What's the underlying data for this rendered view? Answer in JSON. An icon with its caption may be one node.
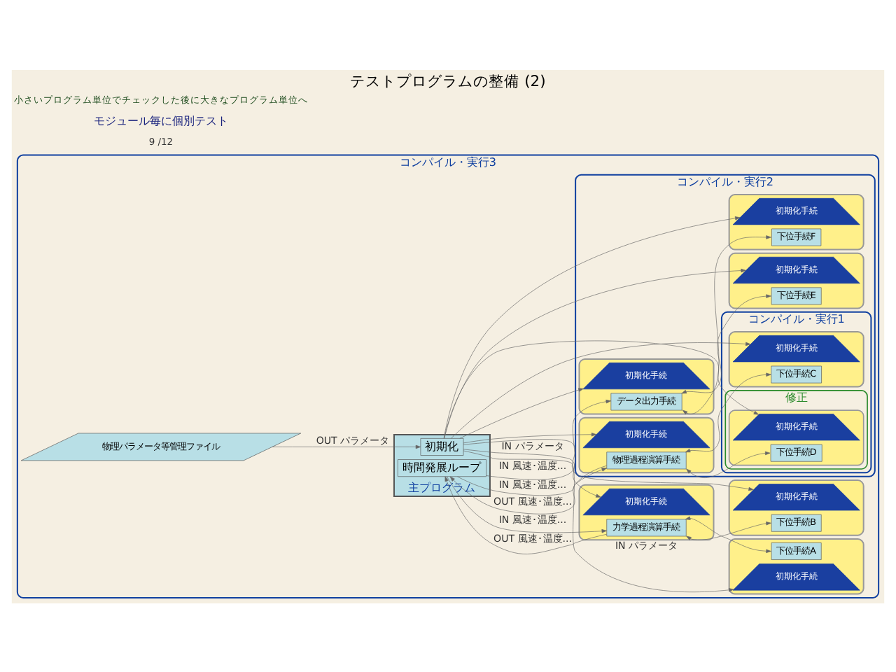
{
  "diagram": {
    "title": "テストプログラムの整備 (2)",
    "nodes": [
      {
        "text": [
          "コンパイル・実行3"
        ]
      },
      {
        "text": [
          "主プログラム"
        ],
        "in": 0
      },
      {
        "text": [
          "初期化"
        ],
        "in": 1
      },
      {
        "text": [
          "時間発展ループ"
        ],
        "in": 1
      },
      {
        "text": [
          "物理パラメータ等管理ファイル"
        ],
        "in": 0
      },
      {
        "text": [],
        "shape": "box",
        "in": 0
      },
      {
        "text": [
          "初期化手続"
        ],
        "in": 5
      },
      {
        "text": [
          "力学過程演算手続"
        ],
        "in": 5
      },
      {
        "text": [
          "コンパイル・実行2"
        ],
        "in": 0
      },
      {
        "text": [],
        "shape": "box",
        "in": 8
      },
      {
        "text": [
          "初期化手続"
        ],
        "in": 9
      },
      {
        "text": [
          "物理過程演算手続"
        ],
        "in": 9
      },
      {
        "text": [],
        "shape": "box",
        "in": 8
      },
      {
        "text": [
          "初期化手続"
        ],
        "in": 12
      },
      {
        "text": [
          "データ出力手続"
        ],
        "in": 12
      },
      {
        "text": [],
        "shape": "box",
        "in": 0
      },
      {
        "text": [
          "初期化手続"
        ],
        "in": 15
      },
      {
        "text": [
          "下位手続A"
        ],
        "in": 15
      },
      {
        "text": [],
        "shape": "box",
        "in": 0
      },
      {
        "text": [
          "初期化手続"
        ],
        "in": 18
      },
      {
        "text": [
          "下位手続B"
        ],
        "in": 18
      },
      {
        "text": [
          "コンパイル・実行1"
        ],
        "in": 8
      },
      {
        "text": [],
        "shape": "box",
        "in": 21
      },
      {
        "text": [
          "初期化手続"
        ],
        "in": 22
      },
      {
        "text": [
          "下位手続C"
        ],
        "in": 22
      },
      {
        "text": [
          "修正"
        ],
        "in": 21
      },
      {
        "text": [],
        "shape": "box",
        "in": 25
      },
      {
        "text": [
          "初期化手続"
        ],
        "in": 26
      },
      {
        "text": [
          "下位手続D"
        ],
        "in": 26
      },
      {
        "text": [],
        "shape": "box",
        "in": 8
      },
      {
        "text": [
          "初期化手続"
        ],
        "in": 29
      },
      {
        "text": [
          "下位手続E"
        ],
        "in": 29
      },
      {
        "text": [],
        "shape": "box",
        "in": 8
      },
      {
        "text": [
          "初期化手続"
        ],
        "in": 32
      },
      {
        "text": [
          "下位手続F"
        ],
        "in": 32
      }
    ],
    "edges": [
      {
        "from": 4,
        "to": 2,
        "arrow": "to",
        "label": "OUT パラメータ"
      },
      {
        "from": 2,
        "to": 6,
        "arrow": "to",
        "label": "IN パラメータ"
      },
      {
        "from": 2,
        "to": 16,
        "arrow": "to",
        "label": "IN パラメータ"
      },
      {
        "from": 2,
        "to": 19,
        "arrow": "to"
      },
      {
        "from": 2,
        "to": 10,
        "arrow": "to"
      },
      {
        "from": 2,
        "to": 13,
        "arrow": "to"
      },
      {
        "from": 2,
        "to": 23,
        "arrow": "to"
      },
      {
        "from": 2,
        "to": 27,
        "arrow": "to"
      },
      {
        "from": 2,
        "to": 30,
        "arrow": "to"
      },
      {
        "from": 2,
        "to": 33,
        "arrow": "to"
      },
      {
        "from": 3,
        "to": 7,
        "arrow": "to",
        "label": "IN 風速･温度..."
      },
      {
        "from": 7,
        "to": 3,
        "arrow": "to",
        "label": "OUT 風速･温度..."
      },
      {
        "from": 3,
        "to": 11,
        "arrow": "to",
        "label": "IN 風速･温度..."
      },
      {
        "from": 11,
        "to": 3,
        "arrow": "to",
        "label": "OUT 風速･温度..."
      },
      {
        "from": 3,
        "to": 14,
        "arrow": "to",
        "label": "IN 風速･温度..."
      },
      {
        "from": 7,
        "to": 17,
        "arrow": "both"
      },
      {
        "from": 7,
        "to": 20,
        "arrow": "both"
      },
      {
        "from": 11,
        "to": 24,
        "arrow": "both"
      },
      {
        "from": 11,
        "to": 28,
        "arrow": "both"
      },
      {
        "from": 14,
        "to": 31,
        "arrow": "both"
      },
      {
        "from": 14,
        "to": 34,
        "arrow": "both"
      }
    ],
    "labels": [
      "9 /12",
      "モジュール毎に個別テスト",
      "小さいプログラム単位でチェックした後に大きなプログラム単位へ"
    ]
  }
}
